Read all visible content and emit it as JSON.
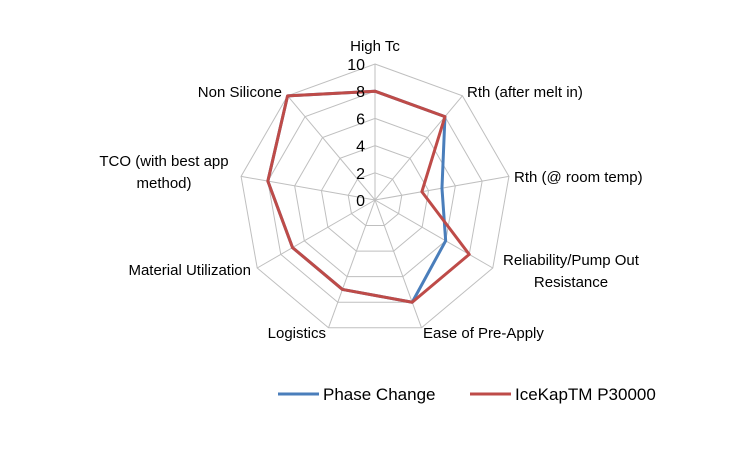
{
  "chart_data": {
    "type": "radar",
    "title": "",
    "axes": [
      [
        "High Tc"
      ],
      [
        "Rth (after melt in)"
      ],
      [
        "Rth (@ room temp)"
      ],
      [
        "Reliability/Pump Out",
        "Resistance"
      ],
      [
        "Ease of Pre-Apply"
      ],
      [
        "Logistics"
      ],
      [
        "Material Utilization"
      ],
      [
        "TCO (with best app",
        "method)"
      ],
      [
        "Non Silicone"
      ]
    ],
    "rlim": [
      0,
      10
    ],
    "ticks": [
      0,
      2,
      4,
      6,
      8,
      10
    ],
    "grid": true,
    "legend_position": "bottom",
    "series": [
      {
        "name": "Phase Change",
        "color": "#4a7ebb",
        "values": [
          8,
          8,
          5,
          6,
          8,
          7,
          7,
          8,
          10
        ]
      },
      {
        "name": "IceKapTM P30000",
        "color": "#be4b48",
        "values": [
          8,
          8,
          3.5,
          8,
          8,
          7,
          7,
          8,
          10
        ]
      }
    ]
  }
}
